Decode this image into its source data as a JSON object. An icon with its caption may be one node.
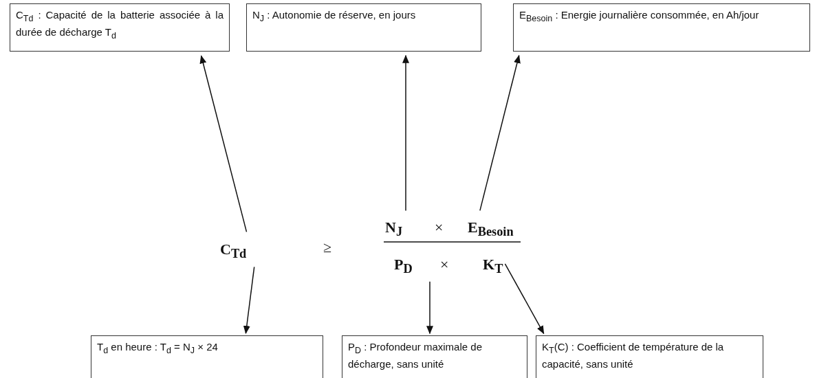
{
  "diagram": {
    "nodes": [
      {
        "text": [
          "C$_{Td}$ : Capacité de la batterie associée à la durée de décharge T$_{d}$"
        ]
      },
      {
        "text": [
          "N$_{J}$ : Autonomie de réserve, en jours"
        ]
      },
      {
        "text": [
          "E$_{Besoin}$ : Energie journalière consommée, en Ah/jour"
        ]
      },
      {
        "text": [
          "C$_{Td}$"
        ]
      },
      {
        "text": [
          "N$_{J}$"
        ]
      },
      {
        "text": [
          "E$_{Besoin}$"
        ]
      },
      {
        "text": [
          "P$_{D}$"
        ]
      },
      {
        "text": [
          "K$_{T}$"
        ]
      },
      {
        "text": [
          "T$_{d}$ en heure : T$_{d}$ = N$_{J}$ × 24"
        ]
      },
      {
        "text": [
          "P$_{D}$ : Profondeur maximale de décharge, sans unité"
        ]
      },
      {
        "text": [
          "K$_{T}$(C) : Coefficient de température de la capacité, sans unité"
        ]
      }
    ],
    "edges": [
      {
        "from": 3,
        "to": 0,
        "arrow": "to"
      },
      {
        "from": 4,
        "to": 1,
        "arrow": "to"
      },
      {
        "from": 5,
        "to": 2,
        "arrow": "to"
      },
      {
        "from": 3,
        "to": 8,
        "arrow": "to"
      },
      {
        "from": 6,
        "to": 9,
        "arrow": "to"
      },
      {
        "from": 7,
        "to": 10,
        "arrow": "to"
      }
    ],
    "labels": [
      "≥",
      "×",
      "×"
    ]
  }
}
